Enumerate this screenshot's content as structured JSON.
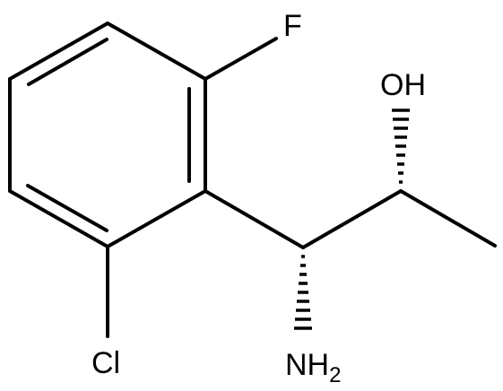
{
  "molecule": {
    "atoms": {
      "fluorine": "F",
      "chlorine": "Cl",
      "hydroxyl": "OH",
      "amine": "NH",
      "amine_subscript": "2"
    }
  }
}
